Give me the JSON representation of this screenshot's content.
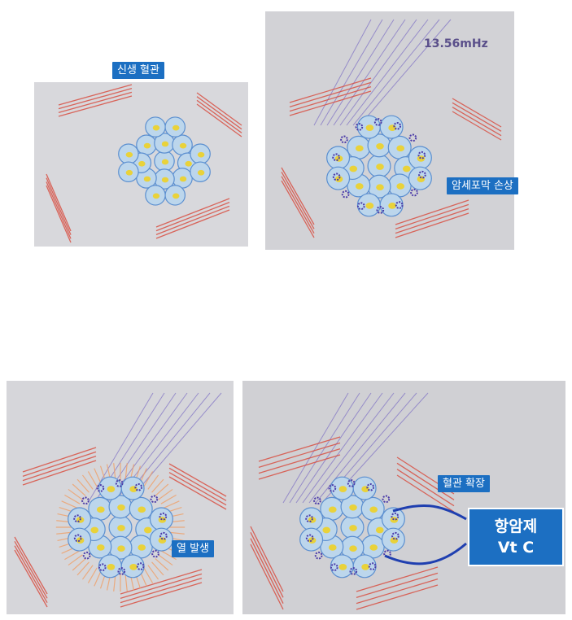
{
  "panels": [
    {
      "label": "신생 혈관"
    },
    {
      "label": "암세포막 손상",
      "frequency": "13.56mHz"
    },
    {
      "label": "열 발생"
    },
    {
      "label": "혈관 확장",
      "drug_line1": "항암제",
      "drug_line2": "Vt C"
    }
  ],
  "colors": {
    "label_bg": "#1c6fc2",
    "cell_fill": "#bcd6ec",
    "cell_stroke": "#5b8fd0",
    "nucleus": "#e9d23a",
    "vessel": "#d9483a",
    "wave": "#7d6fc4",
    "damage": "#4a3aa8",
    "heat": "#f0a068",
    "drug_line": "#1f3fb0"
  },
  "icons": [
    "tumor-cell-cluster",
    "blood-vessel",
    "rf-wave",
    "heat-glow",
    "drug-delivery-line"
  ]
}
